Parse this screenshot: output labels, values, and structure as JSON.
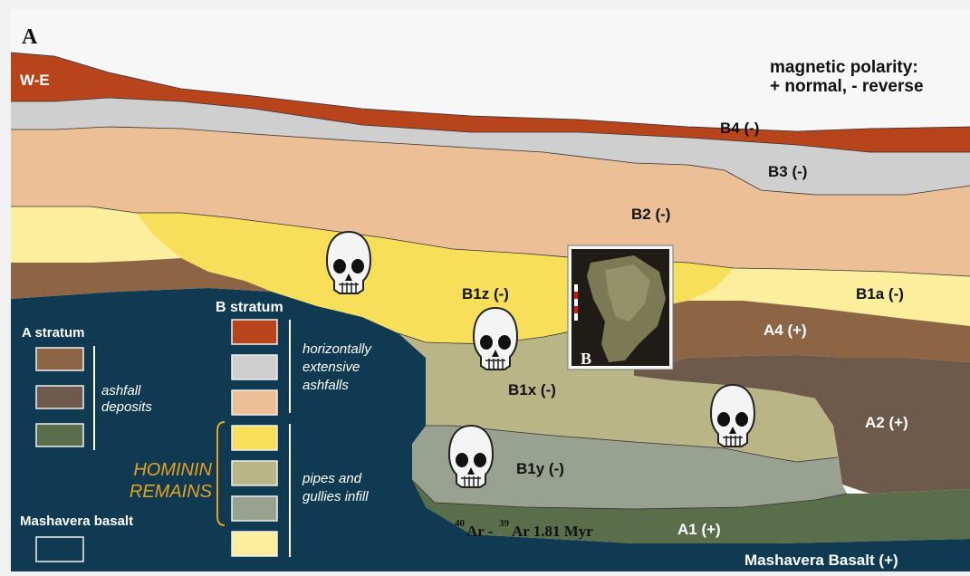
{
  "panel_label": "A",
  "section_label": "W-E",
  "polarity_legend": {
    "line1": "magnetic polarity:",
    "line2": "+ normal, - reverse"
  },
  "layers": {
    "b4": "B4 (-)",
    "b3": "B3 (-)",
    "b2": "B2 (-)",
    "b1z": "B1z (-)",
    "b1a": "B1a (-)",
    "a4": "A4 (+)",
    "b1x": "B1x (-)",
    "a2": "A2 (+)",
    "b1y": "B1y (-)",
    "a1": "A1 (+)",
    "basalt": "Mashavera Basalt (+)"
  },
  "dating": {
    "sup1": "40",
    "t1": "Ar - ",
    "sup2": "39",
    "t2": "Ar 1.81 Myr"
  },
  "inset": {
    "label": "B"
  },
  "legend": {
    "a_stratum_title": "A stratum",
    "b_stratum_title": "B stratum",
    "ashfall_line1": "ashfall",
    "ashfall_line2": "deposits",
    "horiz_line1": "horizontally",
    "horiz_line2": "extensive",
    "horiz_line3": "ashfalls",
    "hominin_line1": "HOMININ",
    "hominin_line2": "REMAINS",
    "pipes_line1": "pipes and",
    "pipes_line2": "gullies infill",
    "basalt_title": "Mashavera basalt"
  },
  "colors": {
    "b4": "#b8441c",
    "b3": "#cfcfcf",
    "b2": "#ecbf96",
    "b1a": "#fbef9e",
    "b1z": "#f8df5a",
    "a4": "#8d6444",
    "b1x": "#b9b587",
    "a2": "#6e5a4a",
    "b1y": "#99a291",
    "a1": "#5a6e4c",
    "basalt": "#0f3a52",
    "hominin": "#e8a020"
  }
}
